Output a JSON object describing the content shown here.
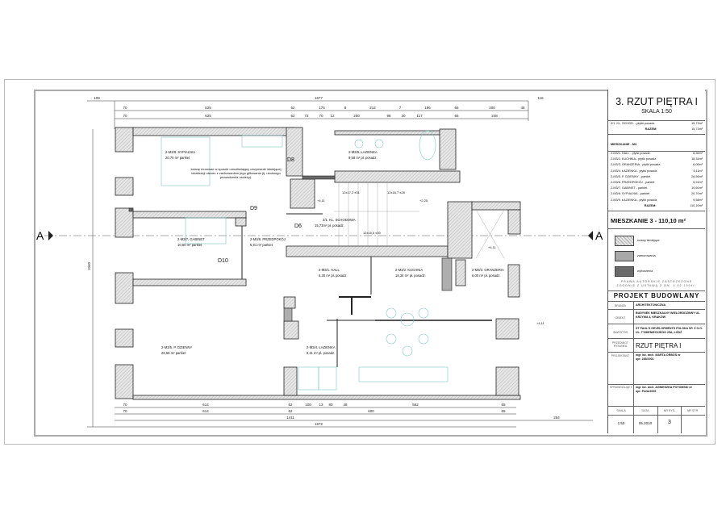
{
  "sheet": {
    "section_mark": "A"
  },
  "dimensions": {
    "top_overall": [
      "109",
      "1677",
      "116"
    ],
    "top_row1": [
      "70",
      "625",
      "62",
      "176",
      "8",
      "212",
      "7",
      "196",
      "65",
      "200",
      "48"
    ],
    "top_row2": [
      "70",
      "625",
      "62",
      "72",
      "70",
      "12",
      "200",
      "98",
      "30",
      "117",
      "65",
      "248"
    ],
    "bottom_row1": [
      "70",
      "614",
      "62",
      "100",
      "13",
      "80",
      "48",
      "562",
      "65"
    ],
    "bottom_row2": [
      "70",
      "614",
      "62",
      "600",
      "65"
    ],
    "bottom_total1": "1411",
    "bottom_total2": "1672",
    "bottom_right": "254",
    "left_total": "1040"
  },
  "rooms": [
    {
      "code": "2-M3/8. SYPIALNIA",
      "area": "20,70 m² parkiet"
    },
    {
      "code": "2-M3/9. ŁAZIENKA",
      "area": "9,58 m² pł. posadz."
    },
    {
      "code": "2/1. KL. SCHODOWA",
      "area": "15,73m² pł. posadz."
    },
    {
      "code": "2-M3/7. GABINET",
      "area": "10,60 m² parkiet"
    },
    {
      "code": "2-M3/6. PRZEDPOKÓJ",
      "area": "5,91 m² parkiet"
    },
    {
      "code": "2-M3/1. HALL",
      "area": "6,30 m² pł. posadz."
    },
    {
      "code": "2-M3/2. KUCHNIA",
      "area": "18,34 m² pł. posadz."
    },
    {
      "code": "2-M3/3. ORANŻERIA",
      "area": "6,00 m² pł. posadz."
    },
    {
      "code": "2-M3/5. P. DZIENNY",
      "area": "26,56 m² parkiet"
    },
    {
      "code": "2-M3/4. ŁAZIENKA",
      "area": "6,11 m² pł. posadz."
    }
  ],
  "doors": [
    "D8",
    "D9",
    "D10",
    "D6"
  ],
  "levels": [
    "+4,11",
    "+2,25",
    "+4,11",
    "+4,11"
  ],
  "stairs": [
    "12x17,2 x31",
    "12x18,7 x28",
    "12x15,5 x30"
  ],
  "note": "ścianę murować w sposób umożliwiający utrzymanie istniejącej lokalizacji otworu z zachowaniem jego glifowania (tj. ukośnego prowadzenia ościeży).",
  "title_block": {
    "title": "3. RZUT PIĘTRA I",
    "scale": "SKALA 1:50",
    "common": [
      {
        "name": "2/1.  KL. SCHOD. - płytki posadz.",
        "area": "15,73m²"
      }
    ],
    "common_total_label": "RAZEM:",
    "common_total": "15,73m²",
    "apartment_header": "MIESZKANIE - M3",
    "apartment_rooms": [
      {
        "name": "2-M3/1.  HALL - płytki posadz.",
        "area": "6,30m²"
      },
      {
        "name": "2-M3/2.  KUCHNIA - płytki posadz.",
        "area": "18,34m²"
      },
      {
        "name": "2-M3/3.  ORANŻERIA - płytki posadz.",
        "area": "6,00m²"
      },
      {
        "name": "2-M3/4.  ŁAZIENKA - płytki posadz.",
        "area": "6,11m²"
      },
      {
        "name": "2-M3/5.  P. DZIENNY - parkiet",
        "area": "26,56m²"
      },
      {
        "name": "2-M3/6.  PRZEDPOKÓJ - parkiet",
        "area": "5,91m²"
      },
      {
        "name": "2-M3/7.  GABINET - parkiet",
        "area": "10,60m²"
      },
      {
        "name": "2-M3/8.  SYPIALNIA - parkiet",
        "area": "20,70m²"
      },
      {
        "name": "2-M3/9.  ŁAZIENKA - płytki posadz.",
        "area": "9,58m²"
      }
    ],
    "apartment_total_label": "RAZEM:",
    "apartment_total": "110,10m²",
    "apartment_summary": "MIESZKANIE 3 - 110,10 m²",
    "legend": [
      {
        "label": "ściany istniejące",
        "color": "#d9d9d9"
      },
      {
        "label": "zamurowania",
        "color": "#a8a8a8"
      },
      {
        "label": "wyburzenia",
        "color": "#6a6a6a"
      }
    ],
    "copyright_1": "PRAWA  AUTORSKIE  ZASTRZEŻONE",
    "copyright_2": "ZGODNIE Z USTAWĄ Z DN. 4.02.1994r.",
    "project_type": "PROJEKT BUDOWLANY",
    "branza_label": "BRANŻA",
    "branza": "ARCHITEKTONICZNA",
    "obiekt_label": "OBIEKT",
    "obiekt": "BUDYNEK MIESZKALNY WIELORODZINNY UL. KRZYWA 4, KRAKÓW",
    "inwestor_label": "INWESTOR",
    "inwestor": "ST PAUL'S DEVELOPMENTS POLSKA SP. Z O.O. UL. TYMIENIECKIEGO 25A, ŁÓDŹ",
    "przedmiot_label": "PRZEDMIOT RYSUNKU",
    "przedmiot": "RZUT PIĘTRA I",
    "projektant_label": "PROJEKTANT",
    "projektant": "mgr inż. arch. MARTA ORBOS nr upr. 285/2001",
    "sprawdzajacy_label": "SPRAWDZAJĄCY",
    "sprawdzajacy": "mgr inż. arch. AGNIESZKA POTOMSKI nr upr. Pw/A/2005",
    "skala_label": "SKALA",
    "skala": "1:50",
    "data_label": "DATA",
    "data": "05.2010",
    "nr_rys_label": "NR RYS.",
    "nr_rys": "3",
    "nr_str_label": "NR STR."
  }
}
